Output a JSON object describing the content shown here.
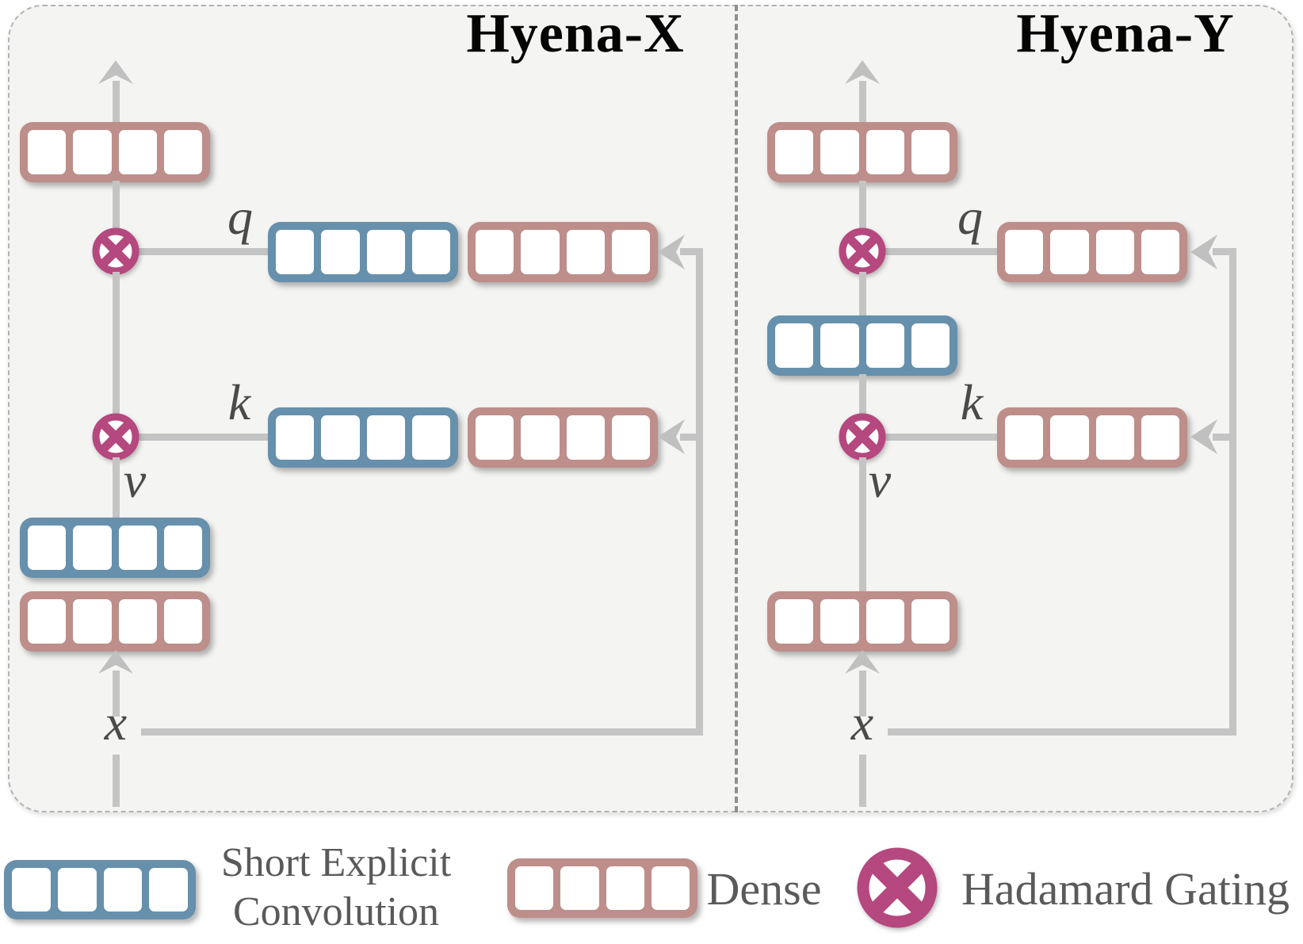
{
  "diagram": {
    "panels": [
      {
        "id": "hyena-x",
        "title": "Hyena-X",
        "labels": {
          "q": "q",
          "k": "k",
          "v": "v",
          "input": "x"
        }
      },
      {
        "id": "hyena-y",
        "title": "Hyena-Y",
        "labels": {
          "q": "q",
          "k": "k",
          "v": "v",
          "input": "x"
        }
      }
    ],
    "legend": [
      {
        "icon": "short-explicit-convolution-box",
        "line1": "Short Explicit",
        "line2": "Convolution"
      },
      {
        "icon": "dense-box",
        "label": "Dense"
      },
      {
        "icon": "hadamard-gating",
        "label": "Hadamard Gating"
      }
    ],
    "colors": {
      "short_conv_border": "#6690ac",
      "dense_border": "#bd8e8a",
      "hadamard_gating": "#b5487e",
      "flow_line": "#c4c4c4",
      "frame_background": "#f4f4f2",
      "math_label_text": "#4a4a4a",
      "legend_text": "#5a5a5a",
      "title_text": "#050505"
    },
    "icons": {
      "hadamard-gating-icon": "circle-with-x",
      "arrow-icon": "stealth-arrowhead"
    }
  }
}
